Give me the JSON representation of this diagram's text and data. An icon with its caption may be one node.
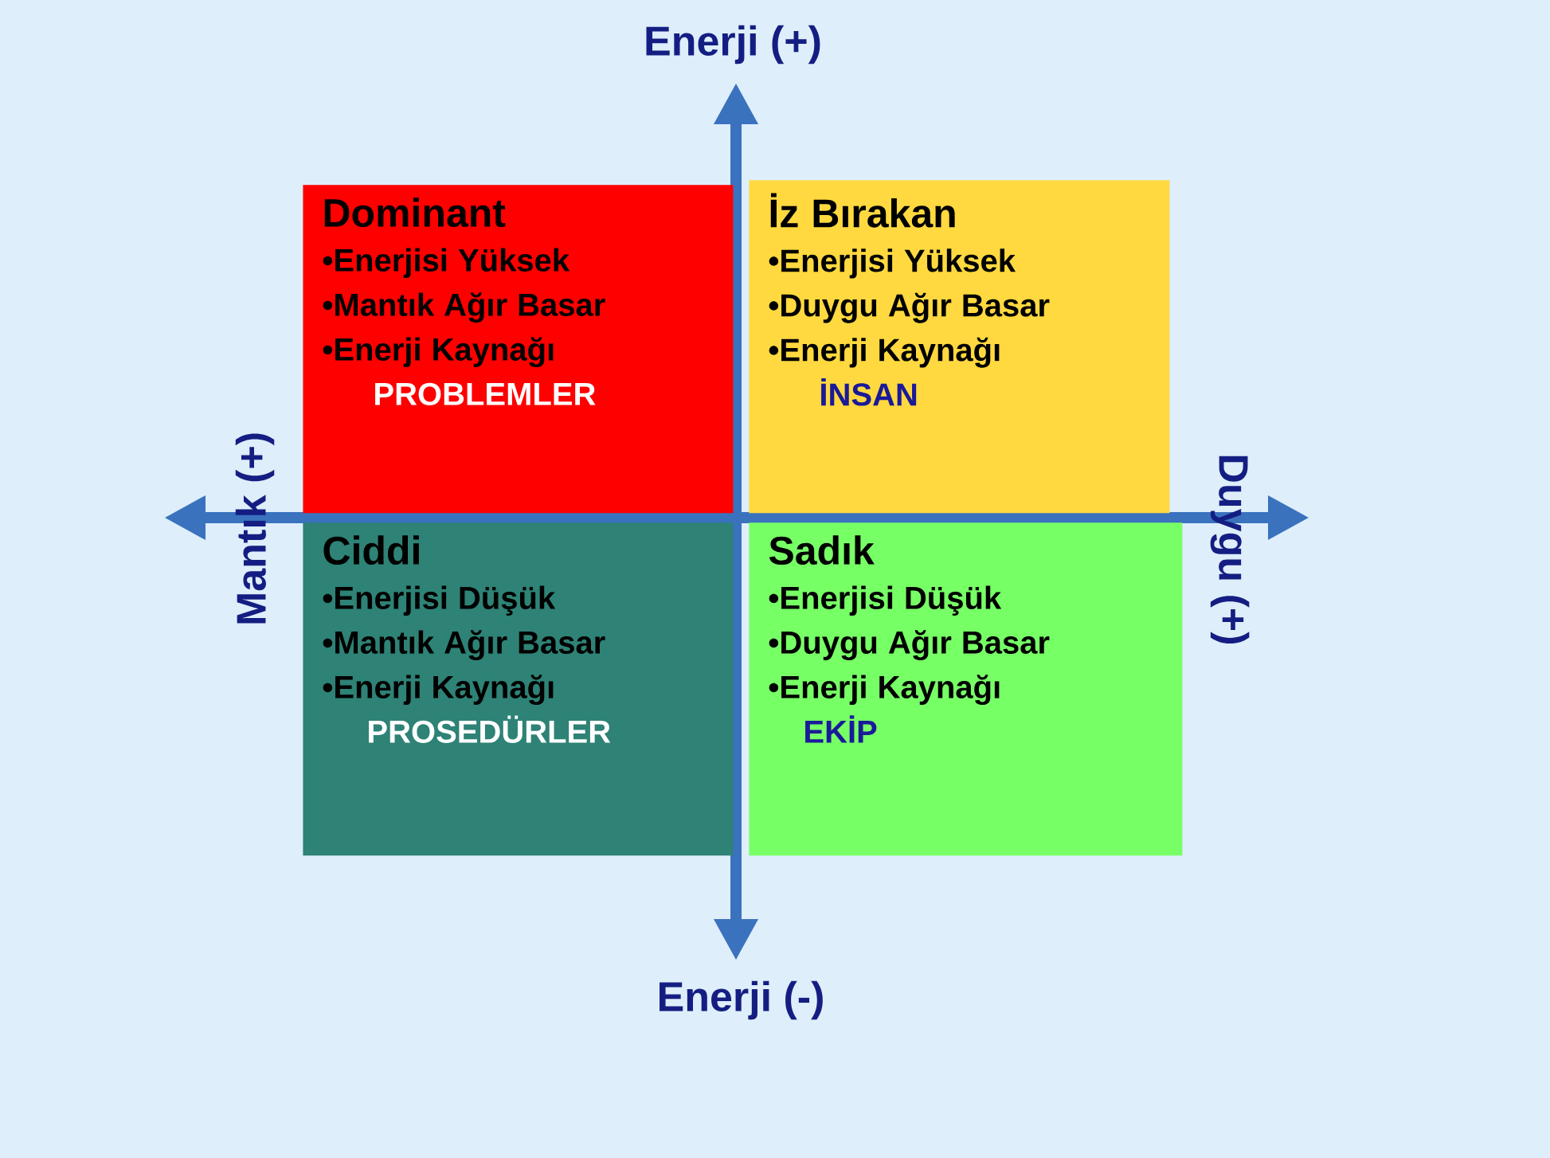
{
  "diagram": {
    "nodes": [
      {
        "text": [
          "Dominant",
          "•Enerjisi Yüksek",
          "•Mantık Ağır Basar",
          "•Enerji Kaynağı",
          "PROBLEMLER"
        ]
      },
      {
        "text": [
          "İz Bırakan",
          "•Enerjisi Yüksek",
          "•Duygu Ağır Basar",
          "•Enerji Kaynağı",
          "İNSAN"
        ]
      },
      {
        "text": [
          "Ciddi",
          "•Enerjisi Düşük",
          "•Mantık Ağır Basar",
          "•Enerji Kaynağı",
          "PROSEDÜRLER"
        ]
      },
      {
        "text": [
          "Sadık",
          "•Enerjisi Düşük",
          "•Duygu Ağır Basar",
          "•Enerji Kaynağı",
          "EKİP"
        ]
      }
    ],
    "labels": [
      "Enerji (+)",
      "Mantık (+)",
      "Duygu (+)",
      "Enerji (-)"
    ]
  }
}
